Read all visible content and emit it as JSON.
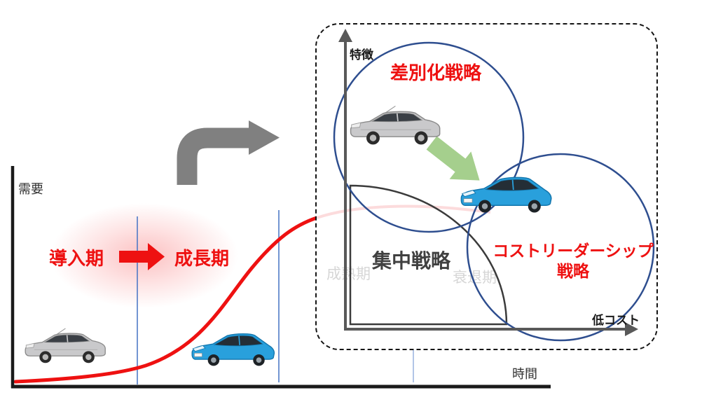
{
  "lifecycle_chart": {
    "y_axis_label": "需要",
    "x_axis_label": "時間",
    "phase_intro": "導入期",
    "phase_growth": "成長期",
    "phase_maturity": "成熟期",
    "phase_decline": "衰退期"
  },
  "strategy_chart": {
    "y_axis_label": "特徴",
    "x_axis_label": "低コスト",
    "differentiation_label": "差別化戦略",
    "focus_label": "集中戦略",
    "cost_leadership_line1": "コストリーダーシップ",
    "cost_leadership_line2": "戦略"
  },
  "icons": {
    "old_prius": "silver-sedan-car-icon",
    "new_prius": "blue-hatchback-car-icon",
    "transition_arrow": "bent-up-right-arrow-icon",
    "phase_arrow": "red-right-arrow-icon",
    "evolution_arrow": "green-down-right-arrow-icon"
  },
  "colors": {
    "accent_red": "#ee1111",
    "circle_blue": "#2e4e8f",
    "axis_gray": "#595959",
    "arrow_gray": "#808080",
    "green_arrow": "#a5cf8d",
    "divider_blue": "#4472c4",
    "faint_label_gray": "#d6d6d6"
  }
}
